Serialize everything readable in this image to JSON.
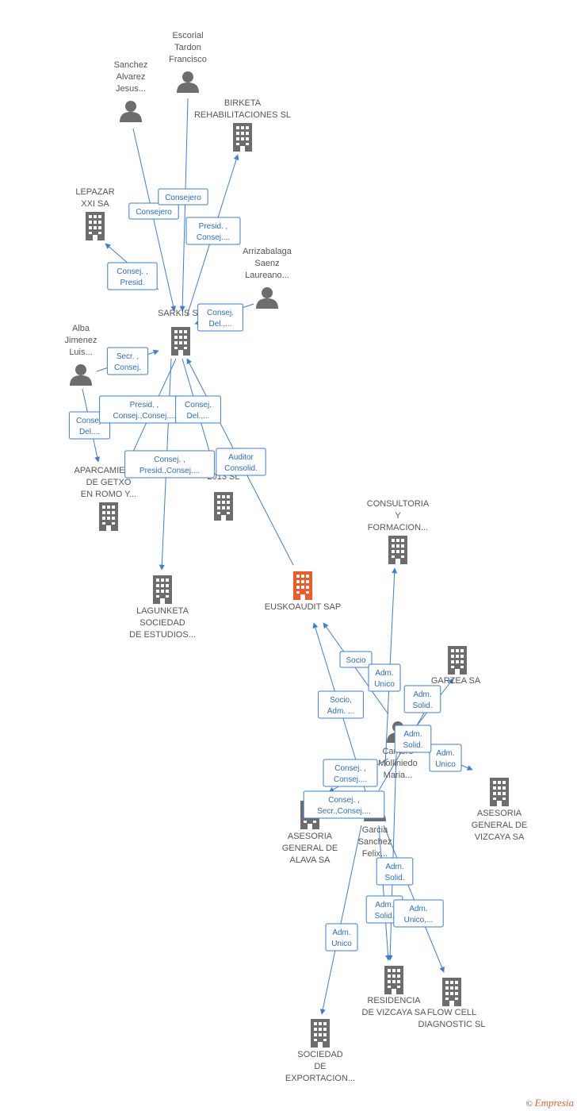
{
  "colors": {
    "edge": "#3a7fd5",
    "company": "#6d6d6d",
    "focus": "#f05a28",
    "person": "#6d6d6d",
    "label_text": "#555555"
  },
  "nodes": [
    {
      "id": "escorial",
      "type": "person",
      "lines": [
        "Escorial",
        "Tardon",
        "Francisco"
      ]
    },
    {
      "id": "sanchez",
      "type": "person",
      "lines": [
        "Sanchez",
        "Alvarez",
        "Jesus..."
      ]
    },
    {
      "id": "birketa",
      "type": "company",
      "lines": [
        "BIRKETA",
        "REHABILITACIONES SL"
      ]
    },
    {
      "id": "lepazar",
      "type": "company",
      "lines": [
        "LEPAZAR",
        "XXI SA"
      ]
    },
    {
      "id": "arrizabalaga",
      "type": "person",
      "lines": [
        "Arrizabalaga",
        "Saenz",
        "Laureano..."
      ]
    },
    {
      "id": "sarkis",
      "type": "company",
      "lines": [
        "SARKIS SA"
      ]
    },
    {
      "id": "alba",
      "type": "person",
      "lines": [
        "Alba",
        "Jimenez",
        "Luis..."
      ]
    },
    {
      "id": "aparcamiento",
      "type": "company",
      "lines": [
        "APARCAMIENTO",
        "DE GETXO",
        "EN ROMO Y..."
      ]
    },
    {
      "id": "s2013",
      "type": "company",
      "lines": [
        "2013  SL"
      ]
    },
    {
      "id": "lagunketa",
      "type": "company",
      "lines": [
        "LAGUNKETA",
        "SOCIEDAD",
        "DE ESTUDIOS..."
      ]
    },
    {
      "id": "euskoaudit",
      "type": "focus",
      "lines": [
        "EUSKOAUDIT SAP"
      ]
    },
    {
      "id": "consultoria",
      "type": "company",
      "lines": [
        "CONSULTORIA",
        "Y",
        "FORMACION..."
      ]
    },
    {
      "id": "garzea",
      "type": "company",
      "lines": [
        "GARZEA SA"
      ]
    },
    {
      "id": "camero",
      "type": "person",
      "lines": [
        "Camero",
        "Molliniedo",
        "Maria..."
      ]
    },
    {
      "id": "asesoria_vizcaya",
      "type": "company",
      "lines": [
        "ASESORIA",
        "GENERAL DE",
        "VIZCAYA SA"
      ]
    },
    {
      "id": "asesoria_alava",
      "type": "company",
      "lines": [
        "ASESORIA",
        "GENERAL DE",
        "ALAVA SA"
      ]
    },
    {
      "id": "garcia",
      "type": "person",
      "lines": [
        "Garcia",
        "Sanchez",
        "Felix..."
      ]
    },
    {
      "id": "residencia",
      "type": "company",
      "lines": [
        "RESIDENCIA",
        "DE VIZCAYA SA"
      ]
    },
    {
      "id": "flowcell",
      "type": "company",
      "lines": [
        "FLOW CELL",
        "DIAGNOSTIC SL"
      ]
    },
    {
      "id": "exportacion",
      "type": "company",
      "lines": [
        "SOCIEDAD",
        "DE",
        "EXPORTACION..."
      ]
    }
  ],
  "edges": [
    {
      "from": "sanchez",
      "to": "sarkis",
      "label": [
        "Consejero"
      ]
    },
    {
      "from": "escorial",
      "to": "sarkis",
      "label": [
        "Consejero"
      ]
    },
    {
      "from": "sarkis",
      "to": "birketa",
      "label": [
        "Presid. ,",
        "Consej...."
      ]
    },
    {
      "from": "sarkis",
      "to": "lepazar",
      "label": [
        "Consej. ,",
        "Presid."
      ]
    },
    {
      "from": "arrizabalaga",
      "to": "sarkis",
      "label": [
        "Consej.",
        "Del.,..."
      ]
    },
    {
      "from": "alba",
      "to": "sarkis",
      "label": [
        "Secr. ,",
        "Consej."
      ]
    },
    {
      "from": "alba",
      "to": "aparcamiento",
      "label": [
        "Consej.",
        "Del...."
      ]
    },
    {
      "from": "sarkis",
      "to": "aparcamiento",
      "label": [
        "Presid. ,",
        "Consej.,Consej...."
      ]
    },
    {
      "from": "sarkis",
      "to": "s2013",
      "label": [
        "Consej.",
        "Del.,..."
      ]
    },
    {
      "from": "sarkis",
      "to": "lagunketa",
      "label": [
        "Consej. ,",
        "Presid.,Consej...."
      ]
    },
    {
      "from": "euskoaudit",
      "to": "sarkis",
      "label": [
        "Auditor",
        "Consolid."
      ]
    },
    {
      "from": "camero",
      "to": "euskoaudit",
      "label": [
        "Socio"
      ]
    },
    {
      "from": "garcia",
      "to": "euskoaudit",
      "label": [
        "Socio,",
        "Adm. ..."
      ]
    },
    {
      "from": "camero",
      "to": "consultoria",
      "label": [
        "Adm.",
        "Unico"
      ]
    },
    {
      "from": "camero",
      "to": "garzea",
      "label": [
        "Adm.",
        "Solid."
      ]
    },
    {
      "from": "camero",
      "to": "asesoria_vizcaya",
      "label": [
        "Adm.",
        "Unico"
      ]
    },
    {
      "from": "camero",
      "to": "asesoria_alava",
      "label": [
        "Consej. ,",
        "Consej...."
      ]
    },
    {
      "from": "garcia",
      "to": "asesoria_alava",
      "label": [
        "Consej. ,",
        "Secr.,Consej...."
      ]
    },
    {
      "from": "garcia",
      "to": "camero",
      "label": [
        "Adm.",
        "Solid."
      ]
    },
    {
      "from": "camero",
      "to": "residencia",
      "label": [
        "Adm.",
        "Solid."
      ]
    },
    {
      "from": "garcia",
      "to": "residencia",
      "label": [
        "Adm.",
        "Solid."
      ]
    },
    {
      "from": "garcia",
      "to": "flowcell",
      "label": [
        "Adm.",
        "Unico,..."
      ]
    },
    {
      "from": "garcia",
      "to": "exportacion",
      "label": [
        "Adm.",
        "Unico"
      ]
    }
  ],
  "footer": {
    "copyright": "©",
    "brand": "Empresia"
  }
}
